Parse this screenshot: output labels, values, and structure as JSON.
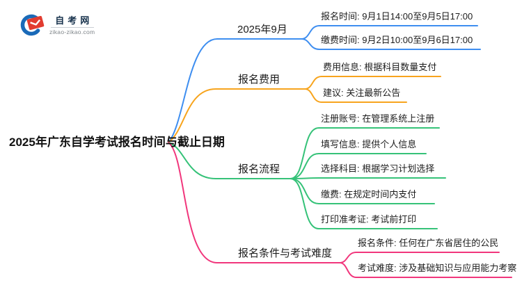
{
  "logo": {
    "site_name": "自考网",
    "site_url": "zikao-zikao.com"
  },
  "central_topic": "2025年广东自学考试报名时间与截止日期",
  "colors": {
    "branch_blue": "#3e8ef0",
    "branch_orange": "#f7a41d",
    "branch_green": "#35c278",
    "branch_pink": "#f1367c",
    "logo_blue": "#1a6ab8",
    "logo_red": "#e23c30"
  },
  "branches": [
    {
      "label": "2025年9月",
      "children": [
        "报名时间: 9月1日14:00至9月5日17:00",
        "缴费时间: 9月2日10:00至9月6日17:00"
      ]
    },
    {
      "label": "报名费用",
      "children": [
        "费用信息: 根据科目数量支付",
        "建议: 关注最新公告"
      ]
    },
    {
      "label": "报名流程",
      "children": [
        "注册账号: 在管理系统上注册",
        "填写信息: 提供个人信息",
        "选择科目: 根据学习计划选择",
        "缴费: 在规定时间内支付",
        "打印准考证: 考试前打印"
      ]
    },
    {
      "label": "报名条件与考试难度",
      "children": [
        "报名条件: 任何在广东省居住的公民",
        "考试难度: 涉及基础知识与应用能力考察"
      ]
    }
  ]
}
